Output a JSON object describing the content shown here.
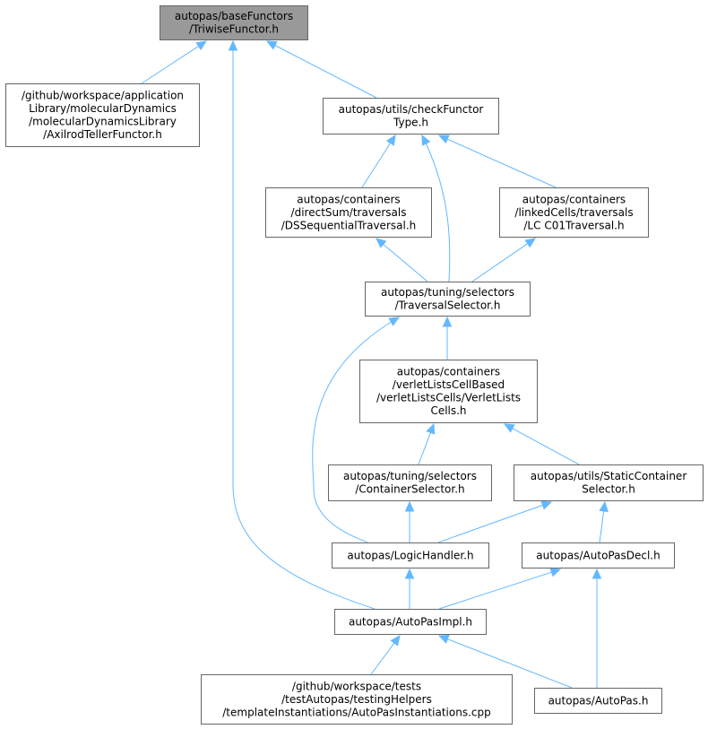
{
  "diagram": {
    "type": "include-dependency-graph",
    "colors": {
      "root_fill": "#999999",
      "node_fill": "#ffffff",
      "border": "#666666",
      "edge": "#63b8ff"
    },
    "nodes": [
      {
        "id": "n0",
        "lines": [
          "autopas/baseFunctors",
          "/TriwiseFunctor.h"
        ],
        "root": true
      },
      {
        "id": "n1",
        "lines": [
          "/github/workspace/application",
          "Library/molecularDynamics",
          "/molecularDynamicsLibrary",
          "/AxilrodTellerFunctor.h"
        ]
      },
      {
        "id": "n2",
        "lines": [
          "autopas/utils/checkFunctor",
          "Type.h"
        ]
      },
      {
        "id": "n3",
        "lines": [
          "autopas/containers",
          "/directSum/traversals",
          "/DSSequentialTraversal.h"
        ]
      },
      {
        "id": "n4",
        "lines": [
          "autopas/containers",
          "/linkedCells/traversals",
          "/LC C01Traversal.h"
        ]
      },
      {
        "id": "n5",
        "lines": [
          "autopas/tuning/selectors",
          "/TraversalSelector.h"
        ]
      },
      {
        "id": "n6",
        "lines": [
          "autopas/containers",
          "/verletListsCellBased",
          "/verletListsCells/VerletLists",
          "Cells.h"
        ]
      },
      {
        "id": "n7",
        "lines": [
          "autopas/tuning/selectors",
          "/ContainerSelector.h"
        ]
      },
      {
        "id": "n8",
        "lines": [
          "autopas/utils/StaticContainer",
          "Selector.h"
        ]
      },
      {
        "id": "n9",
        "lines": [
          "autopas/LogicHandler.h"
        ]
      },
      {
        "id": "n10",
        "lines": [
          "autopas/AutoPasDecl.h"
        ]
      },
      {
        "id": "n11",
        "lines": [
          "autopas/AutoPasImpl.h"
        ]
      },
      {
        "id": "n12",
        "lines": [
          "/github/workspace/tests",
          "/testAutopas/testingHelpers",
          "/templateInstantiations/AutoPasInstantiations.cpp"
        ]
      },
      {
        "id": "n13",
        "lines": [
          "autopas/AutoPas.h"
        ]
      }
    ],
    "edges": [
      {
        "from": "n0",
        "to": "n1"
      },
      {
        "from": "n0",
        "to": "n2"
      },
      {
        "from": "n0",
        "to": "n11"
      },
      {
        "from": "n2",
        "to": "n3"
      },
      {
        "from": "n2",
        "to": "n4"
      },
      {
        "from": "n2",
        "to": "n5"
      },
      {
        "from": "n3",
        "to": "n5"
      },
      {
        "from": "n4",
        "to": "n5"
      },
      {
        "from": "n5",
        "to": "n6"
      },
      {
        "from": "n5",
        "to": "n9"
      },
      {
        "from": "n6",
        "to": "n7"
      },
      {
        "from": "n6",
        "to": "n8"
      },
      {
        "from": "n7",
        "to": "n9"
      },
      {
        "from": "n8",
        "to": "n9"
      },
      {
        "from": "n8",
        "to": "n10"
      },
      {
        "from": "n9",
        "to": "n11"
      },
      {
        "from": "n10",
        "to": "n11"
      },
      {
        "from": "n10",
        "to": "n13"
      },
      {
        "from": "n11",
        "to": "n12"
      },
      {
        "from": "n11",
        "to": "n13"
      }
    ]
  }
}
